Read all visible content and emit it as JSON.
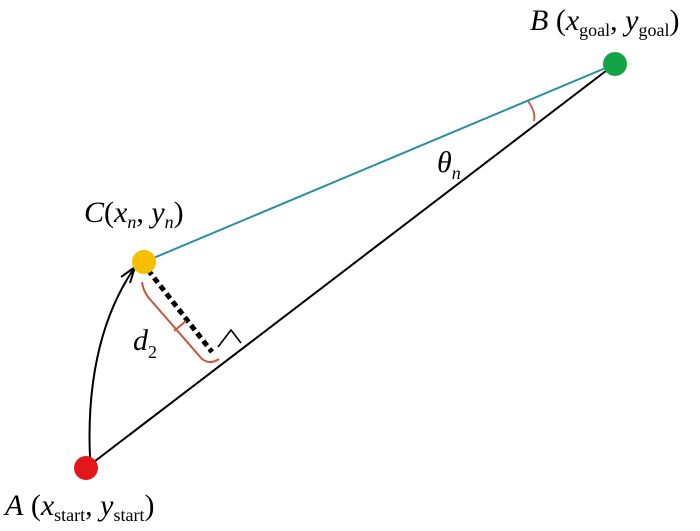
{
  "points": {
    "A": {
      "letter": "A",
      "open": " (",
      "x_sym": "x",
      "x_sub": "start",
      "sep": ", ",
      "y_sym": "y",
      "y_sub": "start",
      "close": ")",
      "color": "#e3161b"
    },
    "B": {
      "letter": "B",
      "open": " (",
      "x_sym": "x",
      "x_sub": "goal",
      "sep": ", ",
      "y_sym": "y",
      "y_sub": "goal",
      "close": ")",
      "color": "#13a447"
    },
    "C": {
      "letter": "C",
      "open": "(",
      "x_sym": "x",
      "x_sub": "n",
      "sep": ", ",
      "y_sym": "y",
      "y_sub": "n",
      "close": ")",
      "color": "#f5c000"
    }
  },
  "angle_label": {
    "sym": "θ",
    "sub": "n"
  },
  "distance_label": {
    "sym": "d",
    "sub": "2"
  },
  "colors": {
    "line_ab": "#000000",
    "line_cb": "#2a8ea6",
    "bracket": "#c8553d",
    "perpendicular": "#000000"
  }
}
